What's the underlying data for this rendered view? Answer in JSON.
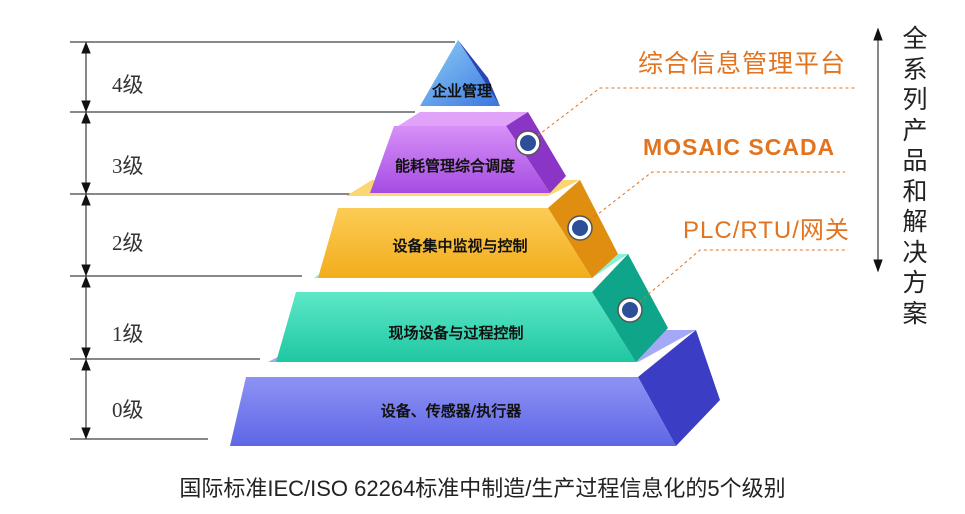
{
  "levels": [
    {
      "label": "4级",
      "tier": "企业管理",
      "colors": {
        "front": "#3b76df",
        "light": "#7ec0f4",
        "side": "#2646b8"
      }
    },
    {
      "label": "3级",
      "tier": "能耗管理综合调度",
      "colors": {
        "front": "#b35ae9",
        "light": "#e1a3f9",
        "side": "#8a35c6"
      }
    },
    {
      "label": "2级",
      "tier": "设备集中监视与控制",
      "colors": {
        "front": "#f7ba29",
        "light": "#fbd773",
        "side": "#e08e10"
      }
    },
    {
      "label": "1级",
      "tier": "现场设备与过程控制",
      "colors": {
        "front": "#2ad4b0",
        "light": "#8cf0d7",
        "side": "#0fa58a"
      }
    },
    {
      "label": "0级",
      "tier": "设备、传感器/执行器",
      "colors": {
        "front": "#6b72ea",
        "light": "#a3a9f6",
        "side": "#3b3ec4"
      }
    }
  ],
  "callouts": {
    "integrated_platform": "综合信息管理平台",
    "scada": "MOSAIC SCADA",
    "gateway": "PLC/RTU/网关"
  },
  "product_range": "全系列产品和解决方案",
  "caption": "国际标准IEC/ISO 62264标准中制造/生产过程信息化的5个级别",
  "accent_color": "#e2731f"
}
